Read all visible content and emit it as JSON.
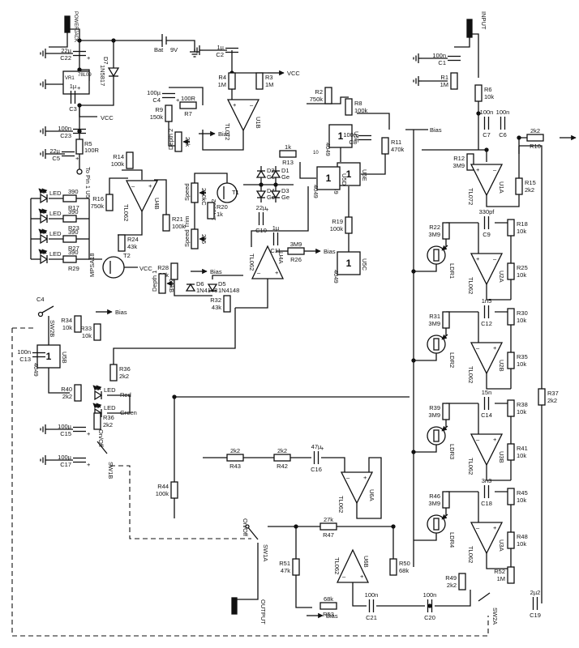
{
  "labels": {
    "powerjack": "POWERJACK",
    "input": "INPUT",
    "output": "OUTPUT",
    "bat": "Bat",
    "bat_v": "9V",
    "vcc": "VCC",
    "bias": "Bias",
    "to_pin": "To Pin 1 U5",
    "red": "Red",
    "green": "Green",
    "onoff": "On/Off",
    "speed": "Speed",
    "speed_trim": "Speed Trim",
    "depth1": "Depth 1",
    "depth2": "Depth 2",
    "led": "LED"
  },
  "ics": [
    {
      "ref": "U1B",
      "type": "TL072"
    },
    {
      "ref": "U1A",
      "type": "TL072"
    },
    {
      "ref": "U4B",
      "type": "TL062"
    },
    {
      "ref": "U4A",
      "type": "TL062"
    },
    {
      "ref": "U2A",
      "type": "TL062"
    },
    {
      "ref": "U2B",
      "type": "TL062"
    },
    {
      "ref": "U3B",
      "type": "TL062"
    },
    {
      "ref": "U3A",
      "type": "TL062"
    },
    {
      "ref": "U6A",
      "type": "TL062"
    },
    {
      "ref": "U6B",
      "type": "TL062"
    },
    {
      "ref": "U5F",
      "type": "4049"
    },
    {
      "ref": "U5E",
      "type": "4049"
    },
    {
      "ref": "U5D",
      "type": "4049"
    },
    {
      "ref": "U5C",
      "type": "4049"
    },
    {
      "ref": "U5B",
      "type": "4049"
    }
  ],
  "resistors": [
    {
      "ref": "R1",
      "value": "1M"
    },
    {
      "ref": "R2",
      "value": "750k"
    },
    {
      "ref": "R3",
      "value": "1M"
    },
    {
      "ref": "R4",
      "value": "1M"
    },
    {
      "ref": "R5",
      "value": "100R"
    },
    {
      "ref": "R6",
      "value": "10k"
    },
    {
      "ref": "R7",
      "value": "100R"
    },
    {
      "ref": "R8",
      "value": "100k"
    },
    {
      "ref": "R9",
      "value": "150k"
    },
    {
      "ref": "R10",
      "value": "2k2"
    },
    {
      "ref": "R11",
      "value": "470k"
    },
    {
      "ref": "R12",
      "value": "3M9"
    },
    {
      "ref": "R13",
      "value": "1k"
    },
    {
      "ref": "R14",
      "value": "100k"
    },
    {
      "ref": "R15",
      "value": "2k2"
    },
    {
      "ref": "R16",
      "value": "750k"
    },
    {
      "ref": "R17",
      "value": "390"
    },
    {
      "ref": "R18",
      "value": "10k"
    },
    {
      "ref": "R19",
      "value": "100k"
    },
    {
      "ref": "R20",
      "value": "1k"
    },
    {
      "ref": "R21",
      "value": "100k"
    },
    {
      "ref": "R22",
      "value": "3M9"
    },
    {
      "ref": "R23",
      "value": "390"
    },
    {
      "ref": "R24",
      "value": "43k"
    },
    {
      "ref": "R25",
      "value": "10k"
    },
    {
      "ref": "R26",
      "value": "3M9"
    },
    {
      "ref": "R27",
      "value": "390"
    },
    {
      "ref": "R28",
      "value": "20k"
    },
    {
      "ref": "R29",
      "value": "390"
    },
    {
      "ref": "R30",
      "value": "10k"
    },
    {
      "ref": "R31",
      "value": "3M9"
    },
    {
      "ref": "R32",
      "value": "43k"
    },
    {
      "ref": "R33",
      "value": "10k"
    },
    {
      "ref": "R34",
      "value": "10k"
    },
    {
      "ref": "R35",
      "value": "10k"
    },
    {
      "ref": "R36",
      "value": "2k2"
    },
    {
      "ref": "R37",
      "value": "2k2"
    },
    {
      "ref": "R38",
      "value": "10k"
    },
    {
      "ref": "R39",
      "value": "3M9"
    },
    {
      "ref": "R40",
      "value": "2k2"
    },
    {
      "ref": "R41",
      "value": "10k"
    },
    {
      "ref": "R42",
      "value": "2k2"
    },
    {
      "ref": "R43",
      "value": "2k2"
    },
    {
      "ref": "R44",
      "value": "100k"
    },
    {
      "ref": "R45",
      "value": "10k"
    },
    {
      "ref": "R46",
      "value": "3M9"
    },
    {
      "ref": "R47",
      "value": "27k"
    },
    {
      "ref": "R48",
      "value": "10k"
    },
    {
      "ref": "R49",
      "value": "2k2"
    },
    {
      "ref": "R50",
      "value": "68k"
    },
    {
      "ref": "R51",
      "value": "47k"
    },
    {
      "ref": "R52",
      "value": "1M"
    },
    {
      "ref": "R53",
      "value": "68k"
    }
  ],
  "capacitors": [
    {
      "ref": "C1",
      "value": "100n"
    },
    {
      "ref": "C2",
      "value": "1µ"
    },
    {
      "ref": "C3",
      "value": "1µ"
    },
    {
      "ref": "C4",
      "value": "100µ"
    },
    {
      "ref": "C5",
      "value": "22µ"
    },
    {
      "ref": "C6",
      "value": "100n"
    },
    {
      "ref": "C7",
      "value": "100n"
    },
    {
      "ref": "C8",
      "value": "100n"
    },
    {
      "ref": "C9",
      "value": "330pf"
    },
    {
      "ref": "C10",
      "value": "22µ"
    },
    {
      "ref": "C11",
      "value": "1µ"
    },
    {
      "ref": "C12",
      "value": "1n5"
    },
    {
      "ref": "C13",
      "value": "100n"
    },
    {
      "ref": "C14",
      "value": "15n"
    },
    {
      "ref": "C15",
      "value": "100µ"
    },
    {
      "ref": "C16",
      "value": "47µ"
    },
    {
      "ref": "C17",
      "value": "100µ"
    },
    {
      "ref": "C18",
      "value": "3n3"
    },
    {
      "ref": "C19",
      "value": "2µ2"
    },
    {
      "ref": "C20",
      "value": "100n"
    },
    {
      "ref": "C21",
      "value": "100n"
    },
    {
      "ref": "C22",
      "value": "22µ"
    },
    {
      "ref": "C23",
      "value": "100n"
    }
  ],
  "pots": [
    {
      "ref": "Depth 2",
      "value": "25k"
    },
    {
      "ref": "Speed",
      "value": "250kC"
    },
    {
      "ref": "Speed Trim",
      "value": "2k5"
    },
    {
      "ref": "Depth 1",
      "value": "50kB"
    }
  ],
  "diodes": [
    {
      "ref": "D1",
      "value": "Ge"
    },
    {
      "ref": "D2",
      "value": "Ge"
    },
    {
      "ref": "D3",
      "value": "Ge"
    },
    {
      "ref": "D4",
      "value": "Ge"
    },
    {
      "ref": "D5",
      "value": "1N4148"
    },
    {
      "ref": "D6",
      "value": "1N4148"
    },
    {
      "ref": "D7",
      "value": "1N5817"
    }
  ],
  "ldrs": [
    "LDR1",
    "LDR2",
    "LDR3",
    "LDR4"
  ],
  "transistors": [
    {
      "ref": "T1",
      "value": "2N5952"
    },
    {
      "ref": "T2",
      "value": "MPSA18"
    }
  ],
  "regulator": {
    "ref": "VR1",
    "value": "78L09"
  },
  "switches": [
    "SW1A",
    "SW1B",
    "SW2A",
    "SW2B"
  ]
}
